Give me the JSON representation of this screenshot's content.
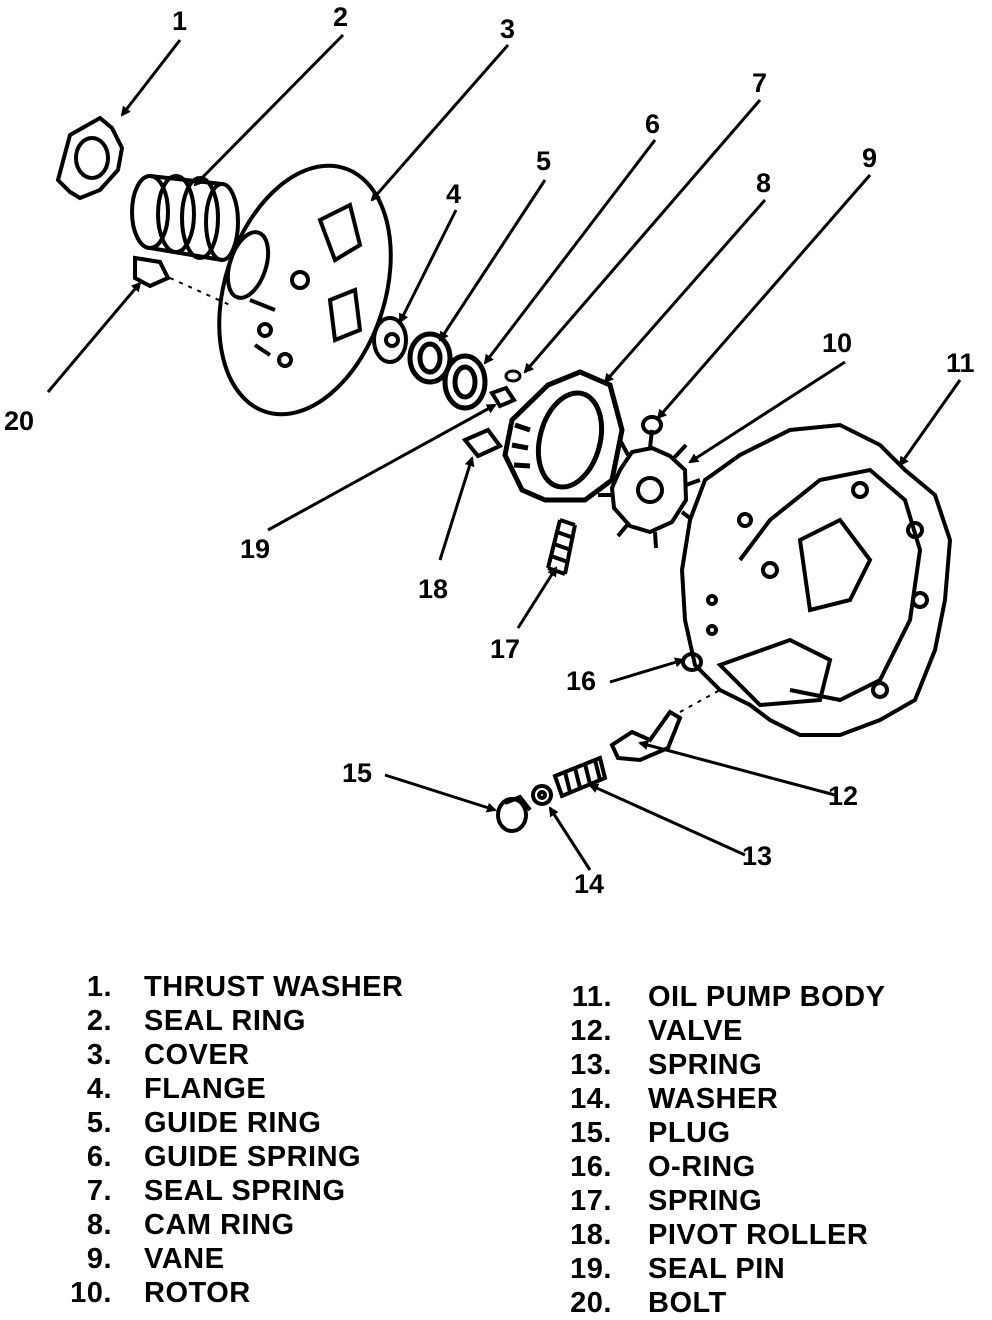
{
  "callouts": [
    "1",
    "2",
    "3",
    "4",
    "5",
    "6",
    "7",
    "8",
    "9",
    "10",
    "11",
    "12",
    "13",
    "14",
    "15",
    "16",
    "17",
    "18",
    "19",
    "20"
  ],
  "legend_left": [
    {
      "num": "1.",
      "label": "THRUST WASHER"
    },
    {
      "num": "2.",
      "label": "SEAL RING"
    },
    {
      "num": "3.",
      "label": "COVER"
    },
    {
      "num": "4.",
      "label": "FLANGE"
    },
    {
      "num": "5.",
      "label": "GUIDE RING"
    },
    {
      "num": "6.",
      "label": "GUIDE SPRING"
    },
    {
      "num": "7.",
      "label": "SEAL SPRING"
    },
    {
      "num": "8.",
      "label": "CAM RING"
    },
    {
      "num": "9.",
      "label": "VANE"
    },
    {
      "num": "10.",
      "label": "ROTOR"
    }
  ],
  "legend_right": [
    {
      "num": "11.",
      "label": "OIL PUMP BODY"
    },
    {
      "num": "12.",
      "label": "VALVE"
    },
    {
      "num": "13.",
      "label": "SPRING"
    },
    {
      "num": "14.",
      "label": "WASHER"
    },
    {
      "num": "15.",
      "label": "PLUG"
    },
    {
      "num": "16.",
      "label": "O-RING"
    },
    {
      "num": "17.",
      "label": "SPRING"
    },
    {
      "num": "18.",
      "label": "PIVOT ROLLER"
    },
    {
      "num": "19.",
      "label": "SEAL PIN"
    },
    {
      "num": "20.",
      "label": "BOLT"
    }
  ]
}
